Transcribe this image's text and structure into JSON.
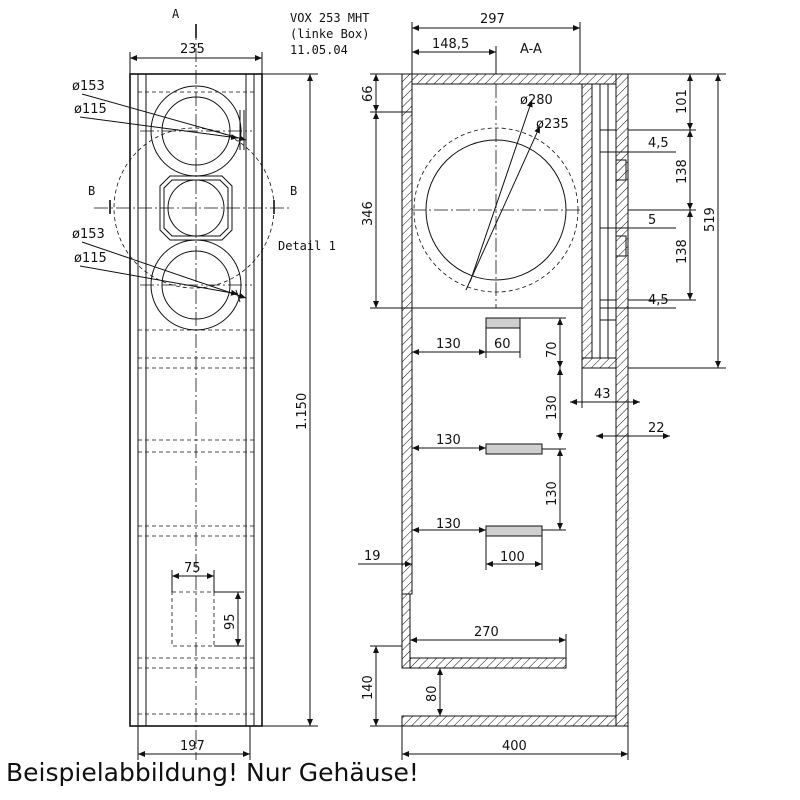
{
  "header": {
    "model": "VOX 253 MHT",
    "variant": "(linke Box)",
    "date": "11.05.04"
  },
  "front_view": {
    "section_mark_a": "A",
    "section_mark_b_left": "B",
    "section_mark_b_right": "B",
    "width_top": "235",
    "width_bottom": "197",
    "height": "1.150",
    "upper_outer_dia": "ø153",
    "upper_inner_dia": "ø115",
    "lower_outer_dia": "ø153",
    "lower_inner_dia": "ø115",
    "detail_label": "Detail 1",
    "port_width": "75",
    "port_height": "95"
  },
  "section_view": {
    "title": "A-A",
    "depth_total": "297",
    "depth_half": "148,5",
    "top_offset": "66",
    "baffle_height": "346",
    "outer_dia": "ø280",
    "inner_dia": "ø235",
    "right_101": "101",
    "right_138a": "138",
    "right_138b": "138",
    "right_519": "519",
    "gap_4_5a": "4,5",
    "gap_5": "5",
    "gap_4_5b": "4,5",
    "brace1_offset": "130",
    "brace1_width": "60",
    "dim_70": "70",
    "dim_43": "43",
    "vert_130a": "130",
    "dim_22": "22",
    "brace2_offset": "130",
    "vert_130b": "130",
    "brace3_offset": "130",
    "brace3_width": "100",
    "wall_19": "19",
    "shelf_270": "270",
    "bottom_140": "140",
    "bottom_80": "80",
    "base_400": "400"
  },
  "caption": "Beispielabbildung! Nur Gehäuse!"
}
